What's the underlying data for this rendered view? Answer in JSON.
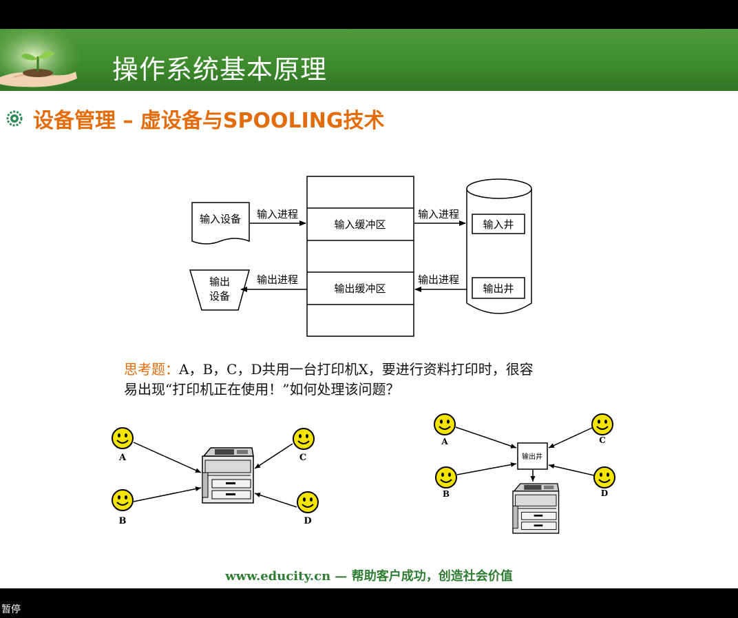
{
  "slide": {
    "title": "操作系统基本原理",
    "subtitle": "设备管理 – 虚设备与SPOOLING技术"
  },
  "spooling_diagram": {
    "input_device": "输入设备",
    "output_device_line1": "输出",
    "output_device_line2": "设备",
    "input_process_left": "输入进程",
    "input_process_right": "输入进程",
    "output_process_left": "输出进程",
    "output_process_right": "输出进程",
    "input_buffer": "输入缓冲区",
    "output_buffer": "输出缓冲区",
    "input_well": "输入井",
    "output_well": "输出井"
  },
  "question": {
    "label": "思考题：",
    "line1": "A，B，C，D共用一台打印机X，要进行资料打印时，很容",
    "line2": "易出现“打印机正在使用！”如何处理该问题？"
  },
  "scenario_left": {
    "users": [
      "A",
      "B",
      "C",
      "D"
    ]
  },
  "scenario_right": {
    "users": [
      "A",
      "B",
      "C",
      "D"
    ],
    "well_label": "输出井"
  },
  "footer": "www.educity.cn — 帮助客户成功，创造社会价值",
  "player": {
    "status": "暂停"
  }
}
